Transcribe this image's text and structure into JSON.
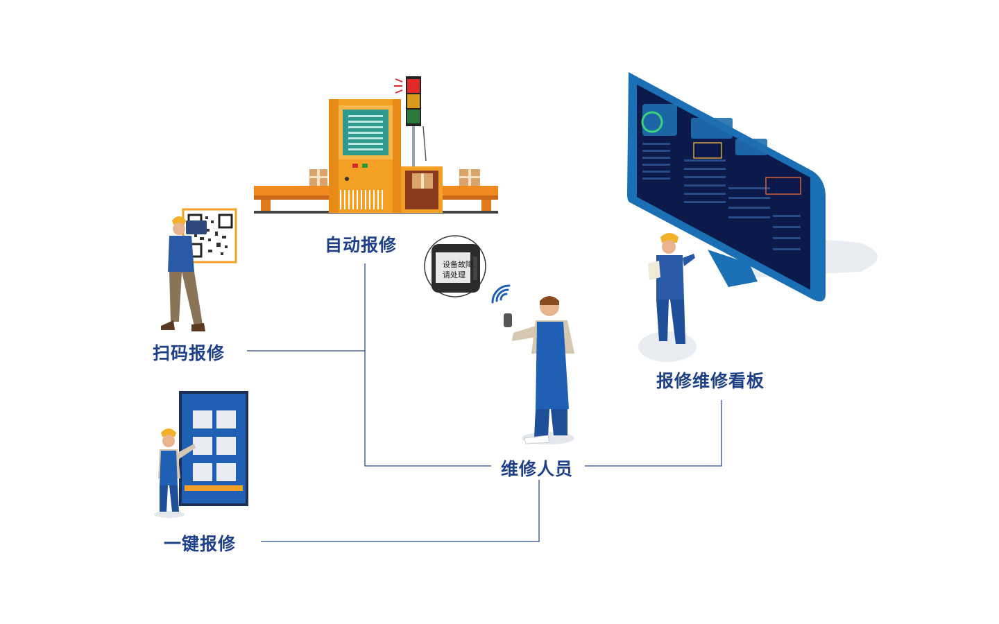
{
  "labels": {
    "auto_report": "自动报修",
    "scan_report": "扫码报修",
    "one_key_report": "一键报修",
    "maintenance_staff": "维修人员",
    "repair_board": "报修维修看板"
  },
  "watch": {
    "line1": "设备故障,",
    "line2": "请处理"
  },
  "colors": {
    "label": "#1e3f8a",
    "connector": "#2a4a8e",
    "machine_orange": "#f3a024",
    "monitor_blue": "#1b6fb4",
    "screen_dark": "#0b1a4a"
  }
}
